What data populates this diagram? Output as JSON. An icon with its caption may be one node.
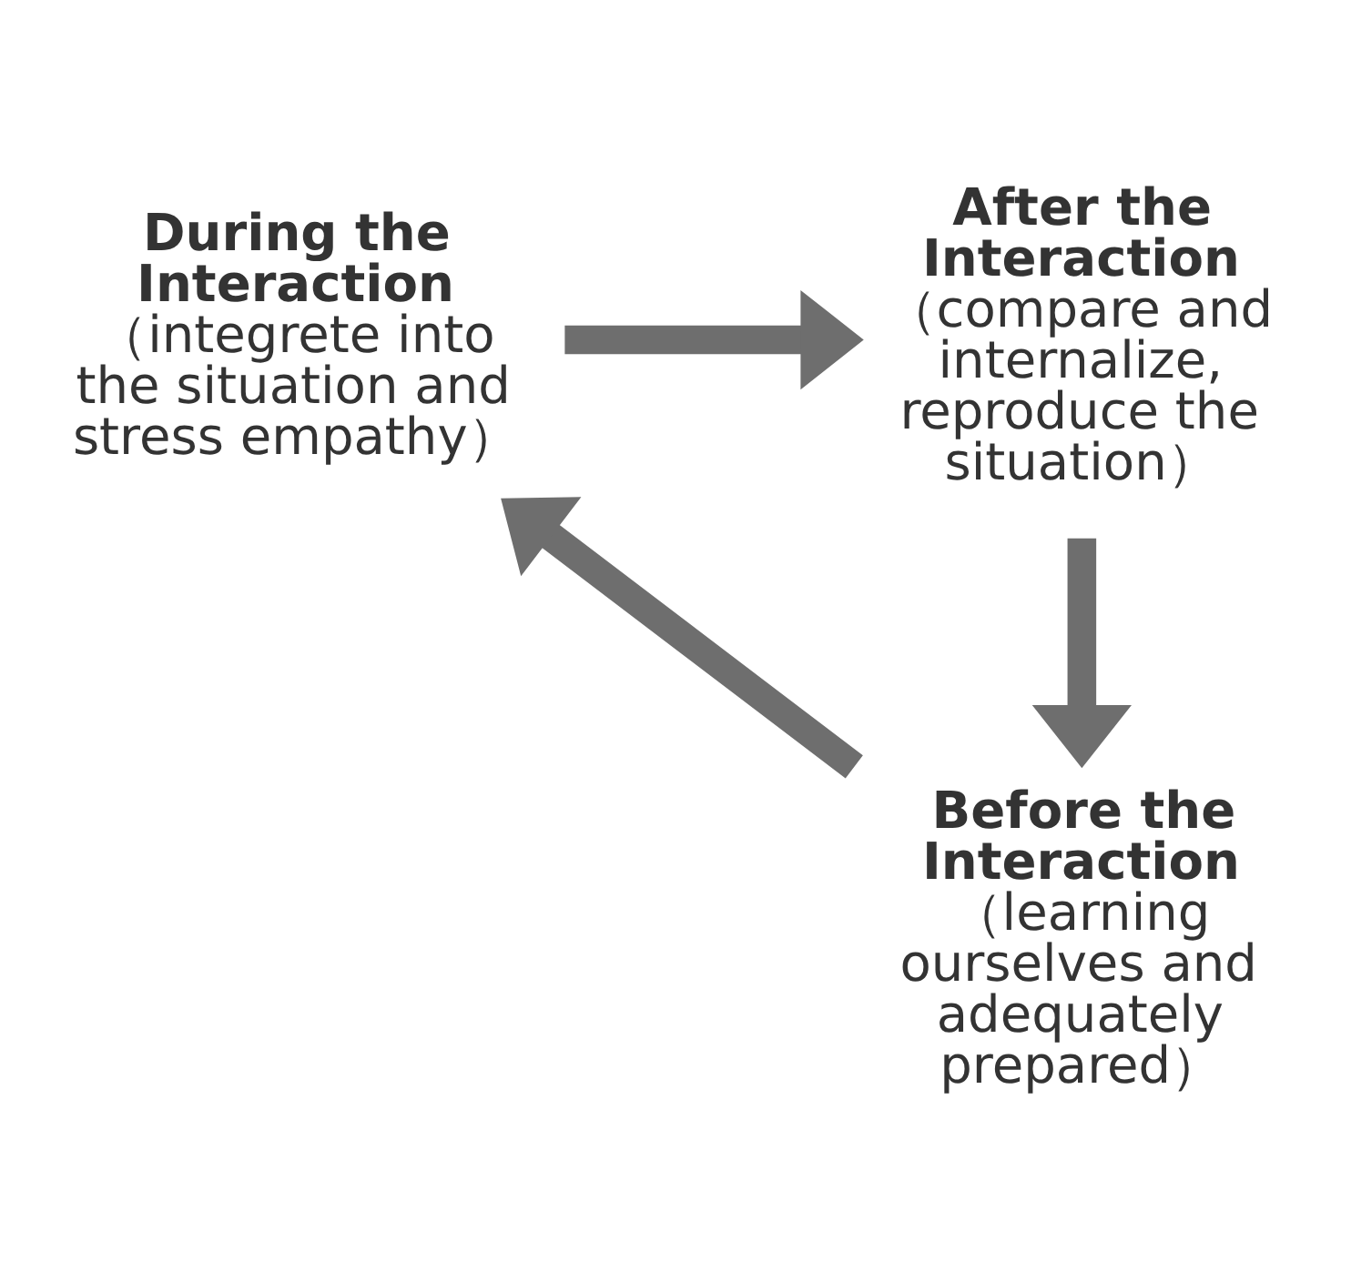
{
  "diagram": {
    "nodes": [
      {
        "text": [
          "During the Interaction",
          "（integrete into the situation and stress empathy）"
        ]
      },
      {
        "text": [
          "After the Interaction",
          "（compare and internalize, reproduce the situation）"
        ]
      },
      {
        "text": [
          "Before the Interaction",
          "（learning ourselves and adequately prepared）"
        ]
      }
    ],
    "edges": [
      {
        "from": 0,
        "to": 1,
        "arrow": "to"
      },
      {
        "from": 1,
        "to": 2,
        "arrow": "to"
      },
      {
        "from": 2,
        "to": 0,
        "arrow": "to"
      }
    ]
  }
}
